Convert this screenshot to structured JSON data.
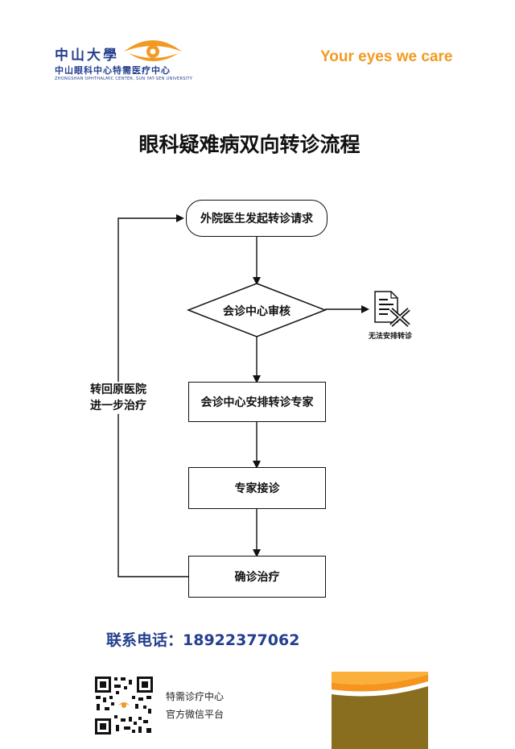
{
  "header": {
    "logo_cn": "中山大學",
    "logo_sub": "中山眼科中心特需医疗中心",
    "logo_en": "ZHONGSHAN OPHTHALMIC CENTER, SUN YAT-SEN UNIVERSITY",
    "slogan": "Your eyes we care"
  },
  "title": "眼科疑难病双向转诊流程",
  "flow": {
    "start": "外院医生发起转诊请求",
    "decision": "会诊中心审核",
    "reject_label": "无法安排转诊",
    "step3": "会诊中心安排转诊专家",
    "step4": "专家接诊",
    "step5": "确诊治疗",
    "loop_label_1": "转回原医院",
    "loop_label_2": "进一步治疗"
  },
  "footer": {
    "contact": "联系电话：18922377062",
    "wechat_line1": "特需诊疗中心",
    "wechat_line2": "官方微信平台"
  },
  "colors": {
    "brand_blue": "#243f8f",
    "brand_orange": "#f39a22",
    "olive": "#8a6e1f"
  }
}
